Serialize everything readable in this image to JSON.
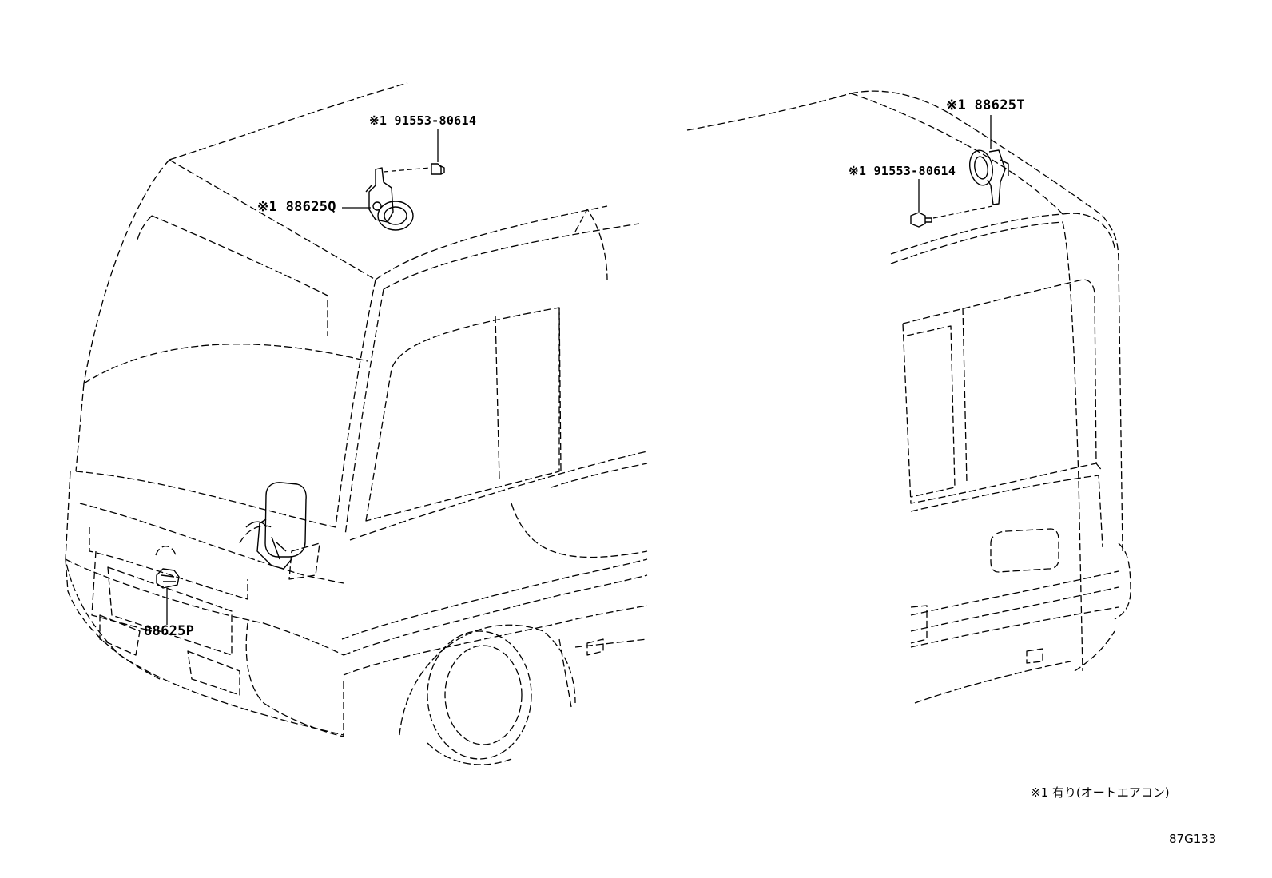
{
  "callouts": {
    "screw_front": "※1 91553-80614",
    "part_q": "※1 88625Q",
    "part_p": "88625P",
    "part_t": "※1 88625T",
    "screw_rear": "※1 91553-80614"
  },
  "footnote": "※1 有り(オートエアコン)",
  "figure_code": "87G133"
}
